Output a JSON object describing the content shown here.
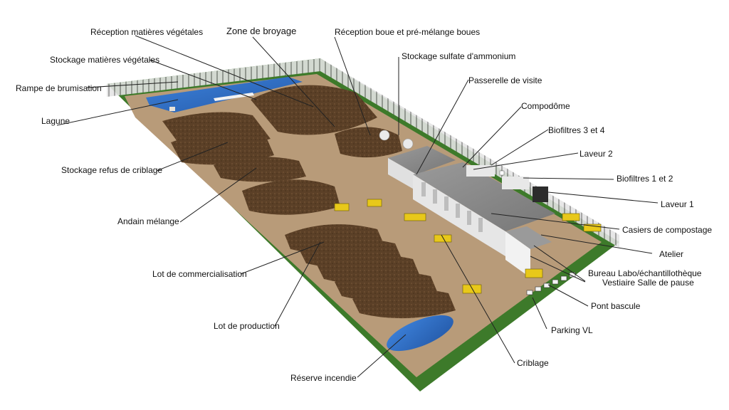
{
  "labels": {
    "reception_matieres": "Réception matières végétales",
    "zone_broyage": "Zone de broyage",
    "reception_boue": "Réception boue et pré-mélange boues",
    "stockage_sulfate": "Stockage sulfate d'ammonium",
    "stockage_matieres": "Stockage matières végétales",
    "rampe_brumisation": "Rampe de brumisation",
    "passerelle": "Passerelle de visite",
    "lagune": "Lagune",
    "compodome": "Compodôme",
    "biofiltres_34": "Biofiltres 3 et 4",
    "stockage_refus": "Stockage refus de criblage",
    "laveur_2": "Laveur 2",
    "biofiltres_12": "Biofiltres 1 et 2",
    "laveur_1": "Laveur 1",
    "andain": "Andain mélange",
    "casiers": "Casiers de compostage",
    "atelier": "Atelier",
    "lot_commercialisation": "Lot de commercialisation",
    "bureau_labo": "Bureau Labo/échantillothèque",
    "vestiaire": "Vestiaire Salle de pause",
    "pont_bascule": "Pont bascule",
    "lot_production": "Lot de production",
    "parking": "Parking VL",
    "criblage": "Criblage",
    "reserve_incendie": "Réserve incendie"
  },
  "colors": {
    "grass": "#3f7a2a",
    "ground": "#b99a78",
    "compost": "#5a3f26",
    "water": "#2f6fc8",
    "building_roof": "#8c8c8c",
    "building_wall": "#e6e6e6",
    "machine": "#e8c81a",
    "fence": "#cfcfcf"
  },
  "icons": {
    "machine": "loader-icon",
    "car": "car-icon"
  }
}
